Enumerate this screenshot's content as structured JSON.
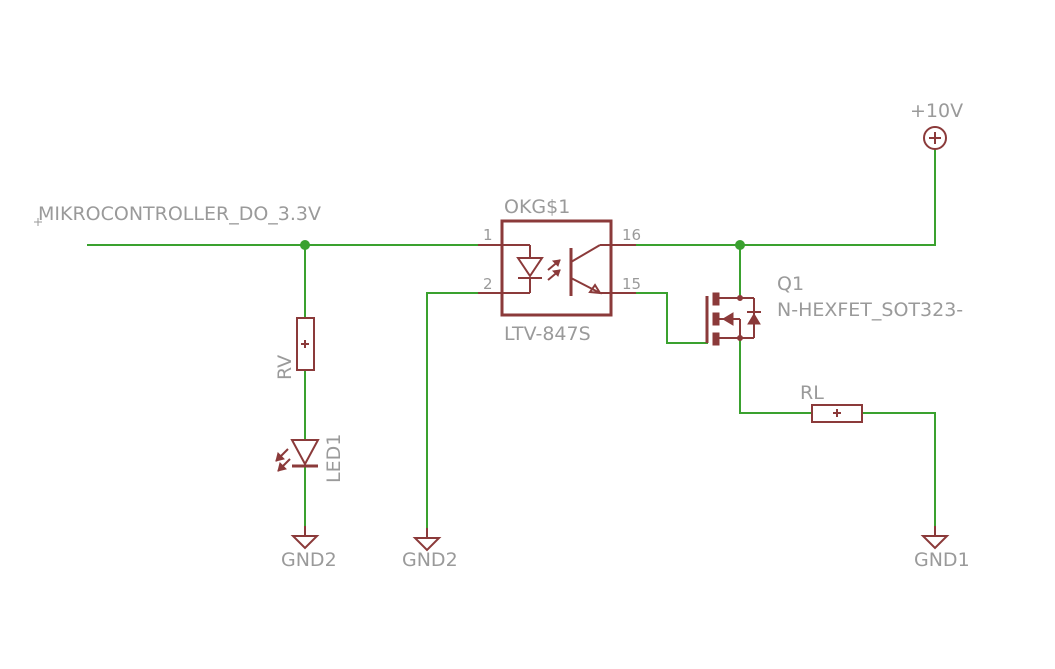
{
  "net_labels": {
    "input": "MIKROCONTROLLER_DO_3.3V",
    "supply": "+10V",
    "gnd_led": "GND2",
    "gnd_opto": "GND2",
    "gnd_load": "GND1"
  },
  "components": {
    "opto": {
      "name": "OKG$1",
      "value": "LTV-847S",
      "pins": [
        "1",
        "2",
        "16",
        "15"
      ]
    },
    "resistor_v": {
      "name": "RV"
    },
    "led": {
      "name": "LED1"
    },
    "mosfet": {
      "name": "Q1",
      "value": "N-HEXFET_SOT323-"
    },
    "resistor_l": {
      "name": "RL"
    }
  },
  "colors": {
    "wire": "#3aa12f",
    "part": "#8b3a3a",
    "label": "#9a9a9a",
    "background": "#ffffff"
  }
}
